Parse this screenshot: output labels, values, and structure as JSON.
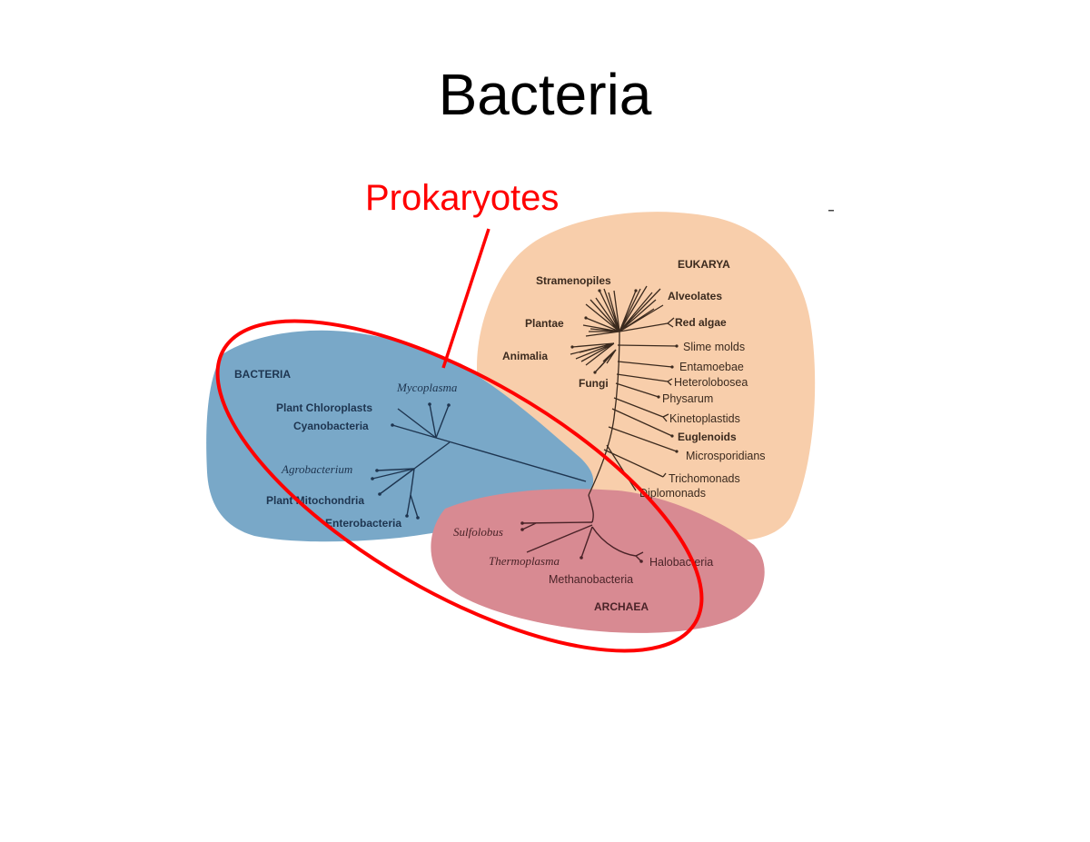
{
  "slide": {
    "title": "Bacteria",
    "callout_label": "Prokaryotes"
  },
  "colors": {
    "bacteria_region": "#79a8c8",
    "eukarya_region": "#f8ceab",
    "archaea_region": "#d88a92",
    "callout": "#ff0000"
  },
  "diagram": {
    "bacteria": {
      "domain_label": "BACTERIA",
      "taxa": [
        "Mycoplasma",
        "Plant Chloroplasts",
        "Cyanobacteria",
        "Agrobacterium",
        "Plant Mitochondria",
        "Enterobacteria"
      ]
    },
    "eukarya": {
      "domain_label": "EUKARYA",
      "taxa": [
        "Stramenopiles",
        "Alveolates",
        "Plantae",
        "Red algae",
        "Animalia",
        "Slime molds",
        "Entamoebae",
        "Fungi",
        "Heterolobosea",
        "Physarum",
        "Kinetoplastids",
        "Euglenoids",
        "Microsporidians",
        "Trichomonads",
        "Diplomonads"
      ]
    },
    "archaea": {
      "domain_label": "ARCHAEA",
      "taxa": [
        "Sulfolobus",
        "Thermoplasma",
        "Halobacteria",
        "Methanobacteria"
      ]
    }
  }
}
